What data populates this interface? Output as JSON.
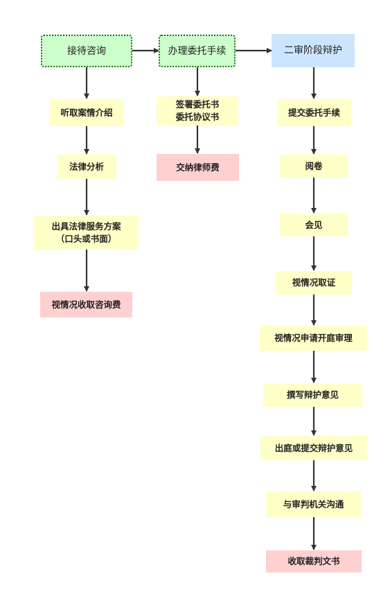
{
  "flowchart": {
    "col1": {
      "start": "接待咨询",
      "steps": [
        "听取案情介绍",
        "法律分析",
        "出具法律服务方案\n（口头或书面）",
        "视情况收取咨询费"
      ]
    },
    "col2": {
      "start": "办理委托手续",
      "steps": [
        "签署委托书\n委托协议书",
        "交纳律师费"
      ]
    },
    "col3": {
      "start": "二审阶段辩护",
      "steps": [
        "提交委托手续",
        "阅卷",
        "会见",
        "视情况取证",
        "视情况申请开庭审理",
        "撰写辩护意见",
        "出庭或提交辩护意见",
        "与审判机关沟通",
        "收取裁判文书"
      ]
    }
  },
  "colors": {
    "green_fill": "#ccffcc",
    "green_border": "#1f6b1f",
    "blue_fill": "#cce5ff",
    "yellow_fill": "#ffffc8",
    "pink_fill": "#ffd0d0",
    "arrow": "#333333"
  }
}
